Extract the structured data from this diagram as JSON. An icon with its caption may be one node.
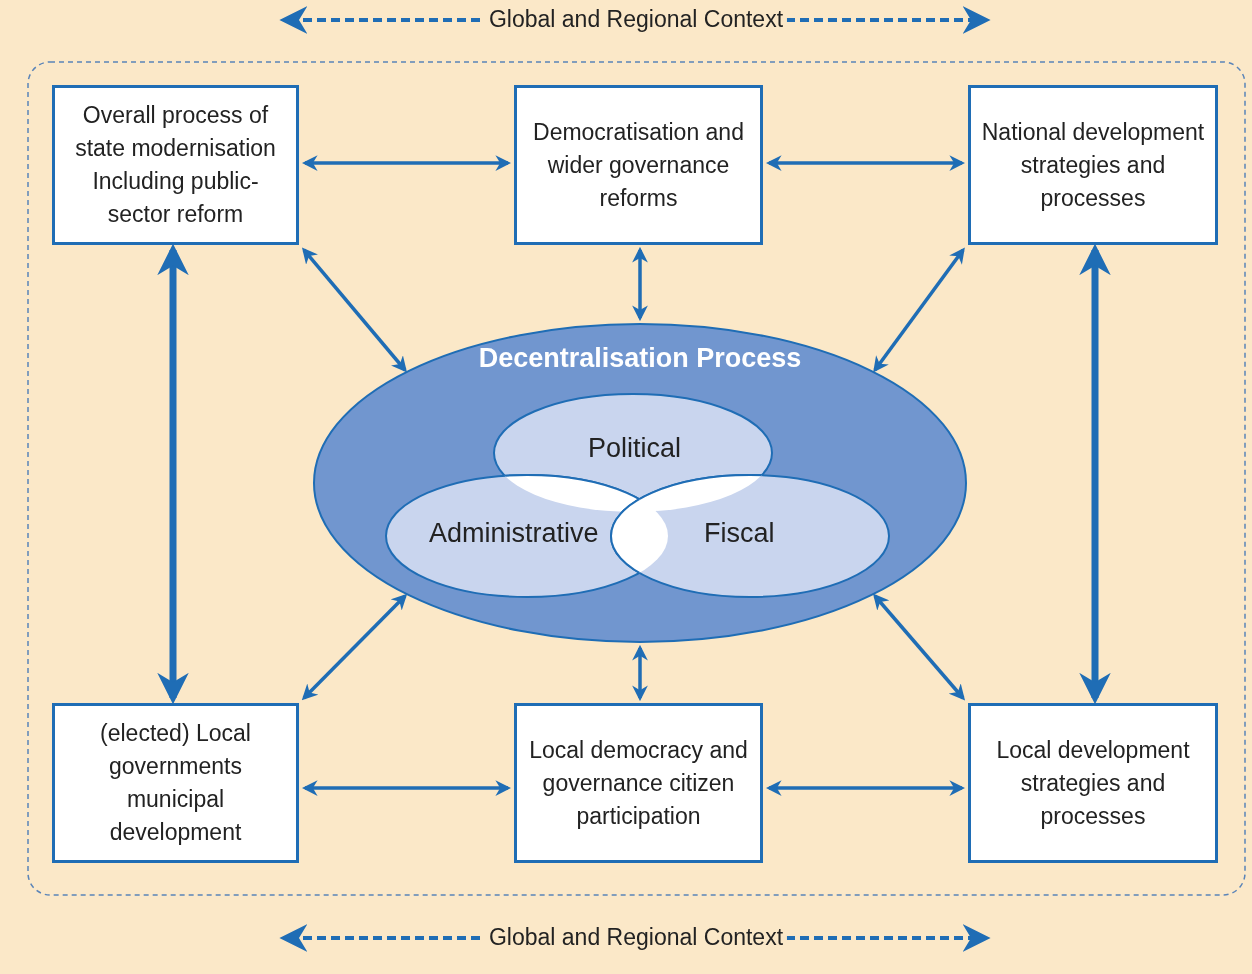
{
  "diagram": {
    "nodes": [
      {
        "text": [
          "Overall process of state modernisation Including public-sector reform"
        ]
      },
      {
        "text": [
          "Democratisation and wider governance reforms"
        ]
      },
      {
        "text": [
          "National development strategies and processes"
        ]
      },
      {
        "text": [
          "Decentralisation Process"
        ]
      },
      {
        "text": [
          "Political"
        ],
        "in": 3
      },
      {
        "text": [
          "Administrative"
        ],
        "in": 3
      },
      {
        "text": [
          "Fiscal"
        ],
        "in": 3
      },
      {
        "text": [
          "(elected) Local governments municipal development"
        ]
      },
      {
        "text": [
          "Local democracy and governance citizen participation"
        ]
      },
      {
        "text": [
          "Local development strategies and processes"
        ]
      }
    ],
    "edges": [
      {
        "from": 0,
        "to": 1,
        "arrow": "both"
      },
      {
        "from": 1,
        "to": 2,
        "arrow": "both"
      },
      {
        "from": 0,
        "to": 3,
        "arrow": "both"
      },
      {
        "from": 1,
        "to": 3,
        "arrow": "both"
      },
      {
        "from": 2,
        "to": 3,
        "arrow": "both"
      },
      {
        "from": 0,
        "to": 7,
        "arrow": "both",
        "style": "thick"
      },
      {
        "from": 2,
        "to": 9,
        "arrow": "both",
        "style": "thick"
      },
      {
        "from": 7,
        "to": 3,
        "arrow": "both"
      },
      {
        "from": 8,
        "to": 3,
        "arrow": "both"
      },
      {
        "from": 9,
        "to": 3,
        "arrow": "both"
      },
      {
        "from": 7,
        "to": 8,
        "arrow": "both"
      },
      {
        "from": 8,
        "to": 9,
        "arrow": "both"
      }
    ],
    "labels": [
      "Global and Regional Context",
      "Global and Regional Context"
    ]
  }
}
